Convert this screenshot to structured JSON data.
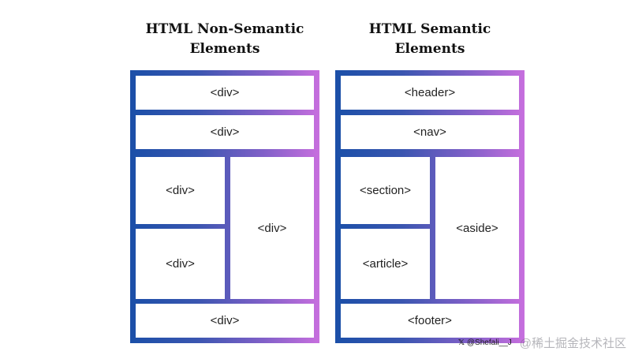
{
  "non_semantic": {
    "title_line1": "HTML Non-Semantic",
    "title_line2": "Elements",
    "boxes": {
      "row1": "<div>",
      "row2": "<div>",
      "left_top": "<div>",
      "left_bottom": "<div>",
      "right": "<div>",
      "footer": "<div>"
    }
  },
  "semantic": {
    "title_line1": "HTML Semantic",
    "title_line2": "Elements",
    "boxes": {
      "header": "<header>",
      "nav": "<nav>",
      "section": "<section>",
      "article": "<article>",
      "aside": "<aside>",
      "footer": "<footer>"
    }
  },
  "watermark": {
    "x_symbol": "𝕏",
    "credit": "@Shefali__J",
    "site": "@稀土掘金技术社区"
  },
  "colors": {
    "gradient_start": "#1b4fa8",
    "gradient_end": "#c76fde",
    "box_fill": "#ffffff"
  }
}
